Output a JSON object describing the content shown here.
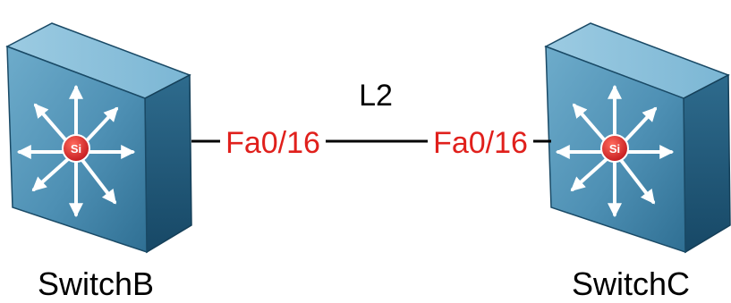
{
  "link": {
    "label": "L2"
  },
  "devices": [
    {
      "name": "SwitchB",
      "port": "Fa0/16",
      "badge": "Si"
    },
    {
      "name": "SwitchC",
      "port": "Fa0/16",
      "badge": "Si"
    }
  ],
  "colors": {
    "port_text": "#e0201c",
    "link": "#000000",
    "badge": "#d8262a",
    "switch_front": "#4a8fb2"
  },
  "icons": {
    "switch": "layer3-switch-icon"
  }
}
